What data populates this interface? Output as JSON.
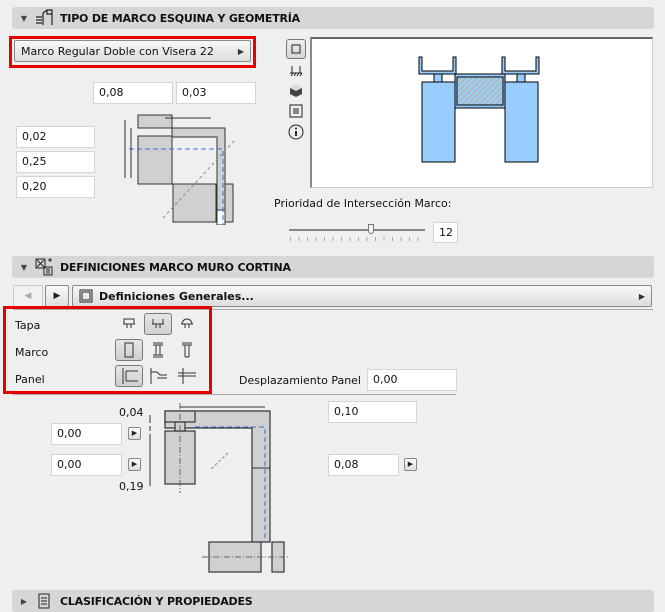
{
  "sections": {
    "geometry": {
      "title": "TIPO DE MARCO ESQUINA Y GEOMETRÍA",
      "expanded": true,
      "frame_type_dropdown": "Marco Regular Doble con Visera 22",
      "top_fields": [
        "0,08",
        "0,03"
      ],
      "left_fields": [
        "0,02",
        "0,25",
        "0,20"
      ],
      "side_icons": [
        "plan-view-icon",
        "floor-plan-icon",
        "3d-view-icon",
        "section-icon",
        "info-icon"
      ],
      "priority_label": "Prioridad de Intersección Marco:",
      "priority_value": "12"
    },
    "definitions": {
      "title": "DEFINICIONES MARCO MURO CORTINA",
      "expanded": true,
      "nav_dropdown": "Definiciones Generales...",
      "rows": [
        {
          "label": "Tapa",
          "options": [
            "cap-flat-icon",
            "cap-u-icon",
            "cap-round-icon"
          ],
          "selected": 1
        },
        {
          "label": "Marco",
          "options": [
            "frame-rect-icon",
            "frame-i-icon",
            "frame-t-icon"
          ],
          "selected": 0
        },
        {
          "label": "Panel",
          "options": [
            "panel-inset-icon",
            "panel-step-icon",
            "panel-flush-icon"
          ],
          "selected": 0
        }
      ],
      "panel_offset_label": "Desplazamiento Panel",
      "panel_offset_value": "0,00",
      "diagram": {
        "dim_top": "0,04",
        "dim_bottom": "0,19",
        "left_field_1": "0,00",
        "left_field_2": "0,00",
        "right_field_1": "0,10",
        "right_field_2": "0,08"
      }
    },
    "classification": {
      "title": "CLASIFICACIÓN Y PROPIEDADES",
      "expanded": false
    }
  },
  "colors": {
    "highlight": "#e60000",
    "preview_fill": "#99ccff",
    "hatch": "#e0a020",
    "axis_dash": "#2e6fe0"
  }
}
